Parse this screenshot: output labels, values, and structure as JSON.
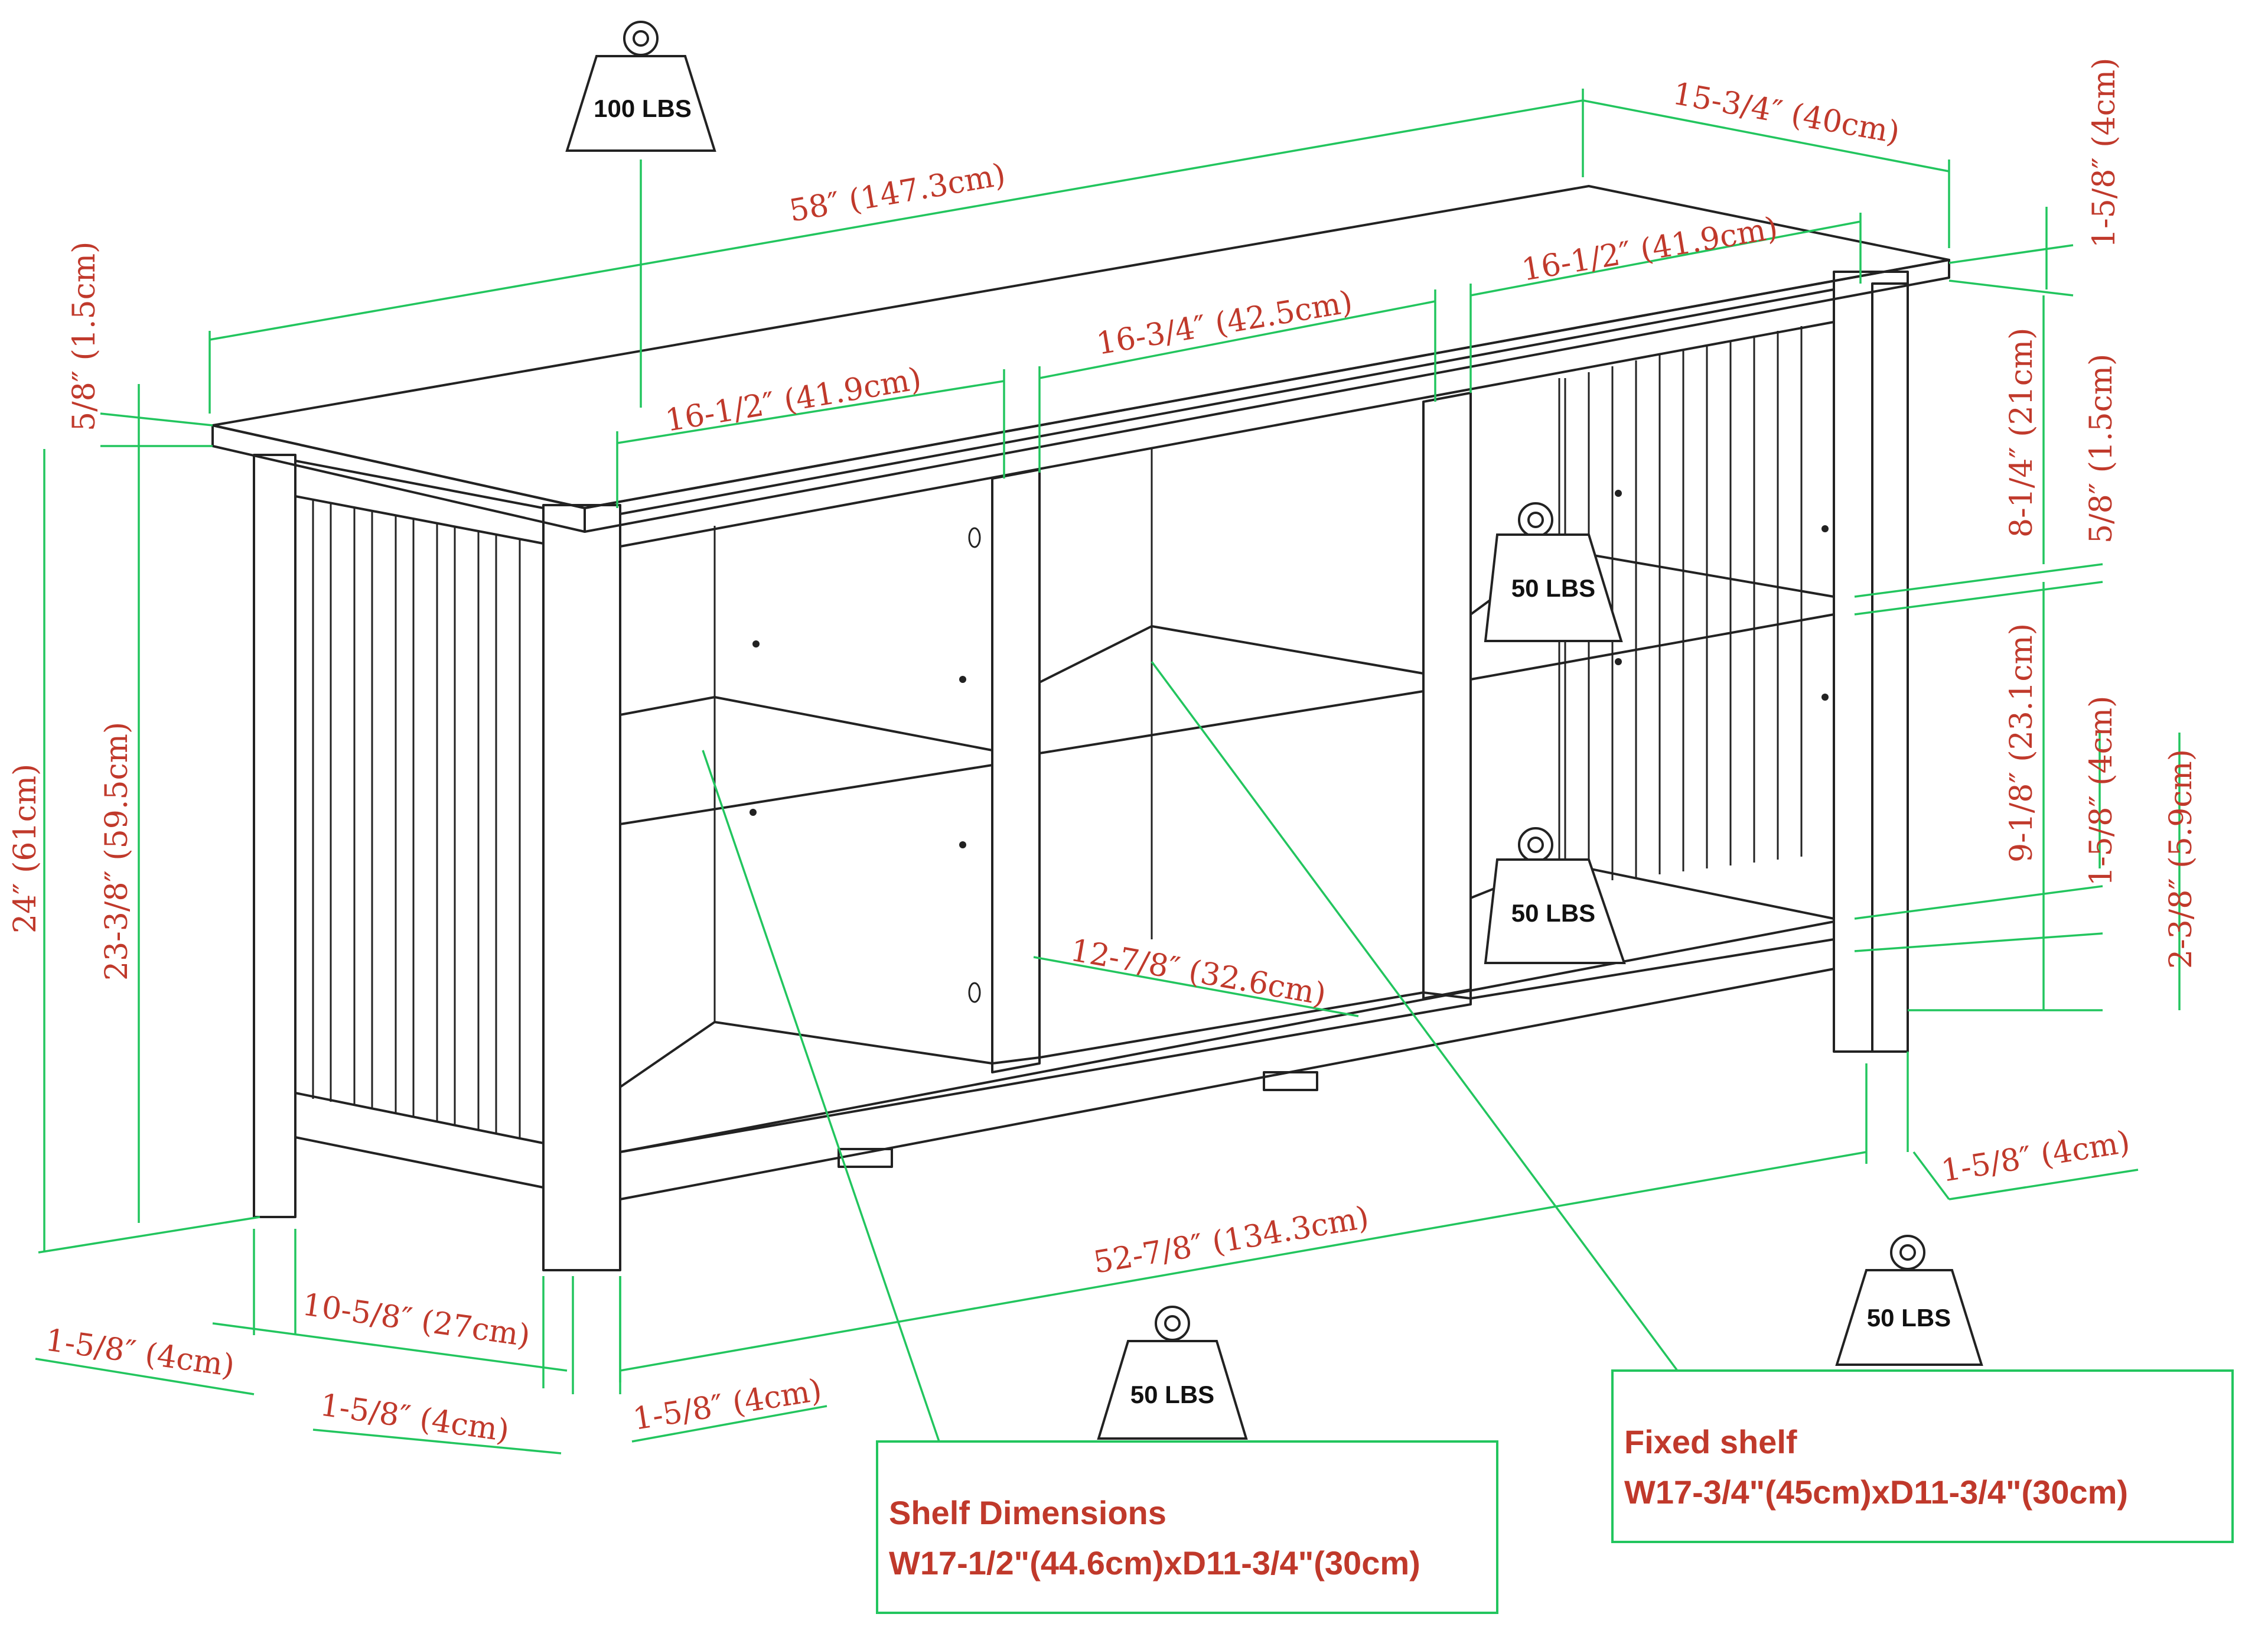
{
  "dimensions": {
    "overall_width": "58″ (147.3cm)",
    "depth": "15-3/4″ (40cm)",
    "top_right_thickness": "1-5/8″ (4cm)",
    "top_thickness_left": "5/8″ (1.5cm)",
    "overall_height": "24″ (61cm)",
    "leg_height_inner": "23-3/8″ (59.5cm)",
    "opening_left": "16-1/2″ (41.9cm)",
    "opening_center": "16-3/4″ (42.5cm)",
    "opening_right": "16-1/2″ (41.9cm)",
    "upper_opening_height": "8-1/4″ (21cm)",
    "shelf_thickness": "5/8″ (1.5cm)",
    "lower_opening_height": "9-1/8″ (23.1cm)",
    "bottom_shelf_thickness": "1-5/8″ (4cm)",
    "leg_clearance": "2-3/8″ (5.9cm)",
    "inner_depth": "12-7/8″ (32.6cm)",
    "inner_width": "52-7/8″ (134.3cm)",
    "leg_right": "1-5/8″ (4cm)",
    "leg_left_a": "1-5/8″ (4cm)",
    "side_depth": "10-5/8″ (27cm)",
    "leg_left_b": "1-5/8″ (4cm)",
    "leg_left_c": "1-5/8″ (4cm)"
  },
  "weights": {
    "top": "100 LBS",
    "upper_shelf": "50 LBS",
    "lower_shelf": "50 LBS",
    "center_shelf": "50 LBS",
    "fixed_shelf": "50 LBS"
  },
  "notes": {
    "shelf_title": "Shelf Dimensions",
    "shelf_size": "W17-1/2\"(44.6cm)xD11-3/4\"(30cm)",
    "fixed_title": "Fixed shelf",
    "fixed_size": "W17-3/4\"(45cm)xD11-3/4\"(30cm)"
  },
  "colors": {
    "dimension_line": "#22c55e",
    "dimension_text": "#c0392b",
    "furniture_outline": "#222222"
  }
}
